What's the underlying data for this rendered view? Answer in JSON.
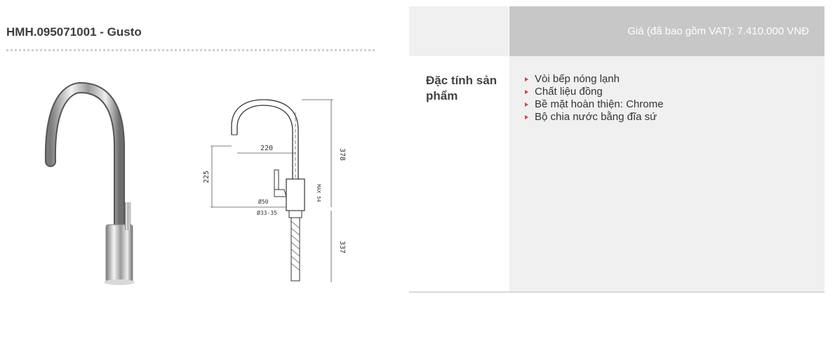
{
  "product": {
    "title": "HMH.095071001 - Gusto"
  },
  "drawing": {
    "dims": {
      "reach": "220",
      "height_total": "378",
      "spout_height": "225",
      "base_depth": "337",
      "base_dia": "Ø50",
      "hole_dia": "Ø33-35",
      "max_thickness": "MAX 54"
    }
  },
  "spec_table": {
    "price": "Giá (đã bao gồm VAT): 7.410.000 VNĐ",
    "property_label": "Đặc tính sản phẩm",
    "features": [
      "Vòi bếp nóng lạnh",
      "Chất liệu đồng",
      "Bề mặt hoàn thiện: Chrome",
      "Bộ chia nước bằng đĩa sứ"
    ],
    "accent_color": "#e23b3b"
  }
}
